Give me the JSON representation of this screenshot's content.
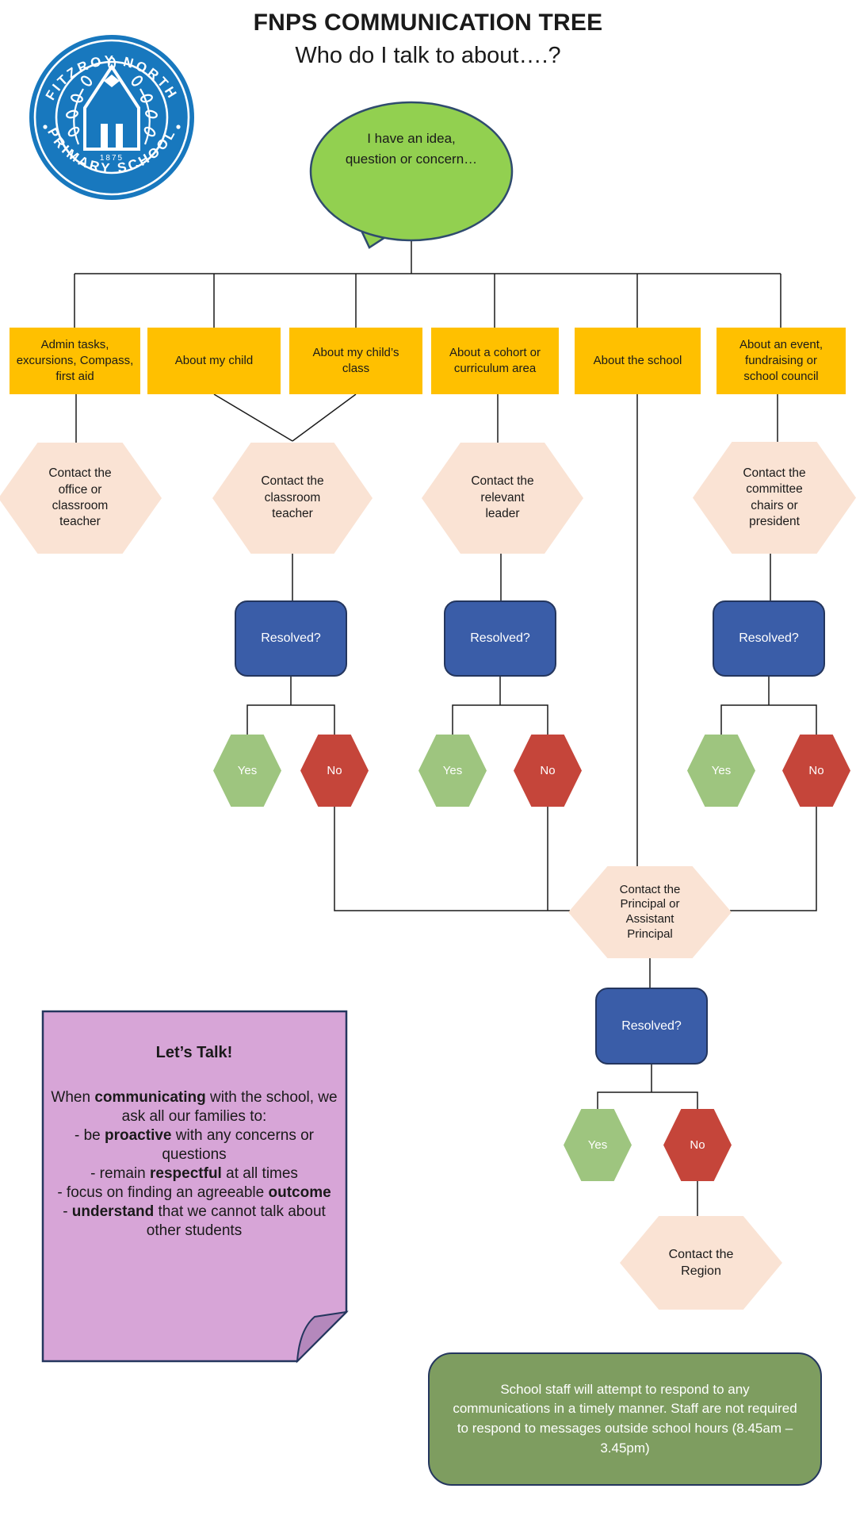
{
  "title": "FNPS COMMUNICATION TREE",
  "subtitle": "Who do I talk to about….?",
  "logo": {
    "arc_top": "FITZROY NORTH",
    "arc_bottom": "PRIMARY SCHOOL",
    "year": "1875"
  },
  "bubble_text": "I have an idea, question or concern…",
  "topics": [
    "Admin tasks, excursions, Compass, first aid",
    "About my child",
    "About my child’s class",
    "About a cohort or curriculum area",
    "About the school",
    "About an event, fundraising or school council"
  ],
  "contacts": {
    "office": "Contact the office or classroom teacher",
    "classroom": "Contact the classroom teacher",
    "leader": "Contact the relevant leader",
    "committee": "Contact the committee chairs or president",
    "principal": "Contact the Principal or Assistant Principal",
    "region": "Contact the Region"
  },
  "decision": {
    "resolved": "Resolved?",
    "yes": "Yes",
    "no": "No"
  },
  "note": {
    "title": "Let’s Talk!",
    "body_html": "When <b>communicating</b> with the school, we ask all our families to:<br>- be <b>proactive</b> with any concerns or questions<br>- remain <b>respectful</b> at all times<br>- focus on finding an agreeable <b>outcome</b><br>- <b>understand</b> that we cannot talk about other students"
  },
  "footer_note": "School staff will attempt to respond to any communications in a timely manner. Staff are not required to respond to messages outside school hours (8.45am – 3.45pm)",
  "colors": {
    "topic_box": "#FFC000",
    "contact_hex": "#FAE3D4",
    "resolved_box": "#3A5DA8",
    "yes_hex": "#9EC57F",
    "no_hex": "#C5453A",
    "bubble": "#92D050",
    "note_box": "#D7A5D7",
    "note_fold": "#B488BC",
    "footer_box": "#7E9D60",
    "logo_blue": "#1878BE",
    "outline_navy": "#24365E"
  }
}
